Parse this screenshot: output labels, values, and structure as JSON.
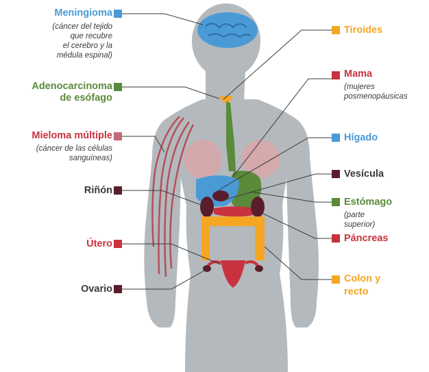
{
  "colors": {
    "blue": "#4a9ad6",
    "green": "#5a8a3a",
    "red": "#c8323f",
    "maroon": "#5a1e2b",
    "orange": "#f5a623",
    "pink": "#c36a78",
    "body": "#b4b9bd",
    "leader": "#3a3a3a"
  },
  "labels": {
    "meningioma": "Meningioma",
    "meningioma_note": [
      "(cáncer del tejido",
      "que recubre",
      "el cerebro y la",
      "médula espinal)"
    ],
    "adenocarcinoma": [
      "Adenocarcinoma",
      "de esófago"
    ],
    "mieloma": "Mieloma múltiple",
    "mieloma_note": [
      "(cáncer de las células",
      "sanguíneas)"
    ],
    "rinon": "Riñón",
    "utero": "Útero",
    "ovario": "Ovario",
    "tiroides": "Tiroides",
    "mama": "Mama",
    "mama_note": [
      "(mujeres",
      "posmenopáusicas"
    ],
    "higado": "Hígado",
    "vesicula": "Vesícula",
    "estomago": "Estómago",
    "estomago_note": [
      "(parte",
      "superior)"
    ],
    "pancreas": "Páncreas",
    "colon": [
      "Colon y",
      "recto"
    ]
  }
}
